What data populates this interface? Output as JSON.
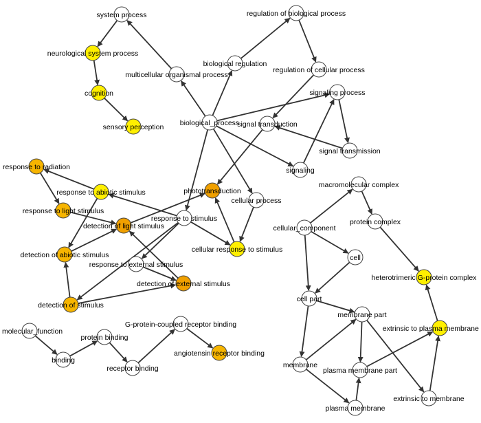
{
  "colors": {
    "none": "#ffffff",
    "medium": "#ffef00",
    "high": "#f7b500",
    "strong": "#f0a000",
    "edge": "#333333"
  },
  "nodes": [
    {
      "id": "system_process",
      "label": "system process",
      "color": "none"
    },
    {
      "id": "neurological_system_process",
      "label": "neurological system process",
      "color": "medium"
    },
    {
      "id": "cognition",
      "label": "cognition",
      "color": "medium"
    },
    {
      "id": "sensory_perception",
      "label": "sensory perception",
      "color": "medium"
    },
    {
      "id": "multicellular_organismal_process",
      "label": "multicellular organismal process",
      "color": "none"
    },
    {
      "id": "regulation_of_biological_process",
      "label": "regulation of biological process",
      "color": "none"
    },
    {
      "id": "biological_regulation",
      "label": "biological regulation",
      "color": "none"
    },
    {
      "id": "regulation_of_cellular_process",
      "label": "regulation of cellular process",
      "color": "none"
    },
    {
      "id": "signaling_process",
      "label": "signaling process",
      "color": "none"
    },
    {
      "id": "biological_process",
      "label": "biological_process",
      "color": "none"
    },
    {
      "id": "signal_transduction",
      "label": "signal transduction",
      "color": "none"
    },
    {
      "id": "signal_transmission",
      "label": "signal transmission",
      "color": "none"
    },
    {
      "id": "signaling",
      "label": "signaling",
      "color": "none"
    },
    {
      "id": "response_to_radiation",
      "label": "response to radiation",
      "color": "high"
    },
    {
      "id": "response_to_abiotic_stimulus",
      "label": "response to abiotic stimulus",
      "color": "medium"
    },
    {
      "id": "phototransduction",
      "label": "phototransduction",
      "color": "strong"
    },
    {
      "id": "response_to_light_stimulus",
      "label": "response to light stimulus",
      "color": "high"
    },
    {
      "id": "detection_of_light_stimulus",
      "label": "detection of light stimulus",
      "color": "strong"
    },
    {
      "id": "response_to_stimulus",
      "label": "response to stimulus",
      "color": "none"
    },
    {
      "id": "cellular_process",
      "label": "cellular process",
      "color": "none"
    },
    {
      "id": "cellular_response_to_stimulus",
      "label": "cellular response to stimulus",
      "color": "medium"
    },
    {
      "id": "detection_of_abiotic_stimulus",
      "label": "detection of abiotic stimulus",
      "color": "high"
    },
    {
      "id": "response_to_external_stimulus",
      "label": "response to external stimulus",
      "color": "none"
    },
    {
      "id": "detection_of_external_stimulus",
      "label": "detection of external stimulus",
      "color": "strong"
    },
    {
      "id": "detection_of_stimulus",
      "label": "detection of stimulus",
      "color": "high"
    },
    {
      "id": "macromolecular_complex",
      "label": "macromolecular complex",
      "color": "none"
    },
    {
      "id": "protein_complex",
      "label": "protein complex",
      "color": "none"
    },
    {
      "id": "cellular_component",
      "label": "cellular_component",
      "color": "none"
    },
    {
      "id": "cell",
      "label": "cell",
      "color": "none"
    },
    {
      "id": "heterotrimeric_g_protein_complex",
      "label": "heterotrimeric G-protein complex",
      "color": "medium"
    },
    {
      "id": "cell_part",
      "label": "cell part",
      "color": "none"
    },
    {
      "id": "membrane_part",
      "label": "membrane part",
      "color": "none"
    },
    {
      "id": "extrinsic_to_plasma_membrane",
      "label": "extrinsic to plasma membrane",
      "color": "medium"
    },
    {
      "id": "membrane",
      "label": "membrane",
      "color": "none"
    },
    {
      "id": "plasma_membrane_part",
      "label": "plasma membrane part",
      "color": "none"
    },
    {
      "id": "extrinsic_to_membrane",
      "label": "extrinsic to membrane",
      "color": "none"
    },
    {
      "id": "plasma_membrane",
      "label": "plasma membrane",
      "color": "none"
    },
    {
      "id": "molecular_function",
      "label": "molecular_function",
      "color": "none"
    },
    {
      "id": "binding",
      "label": "binding",
      "color": "none"
    },
    {
      "id": "protein_binding",
      "label": "protein binding",
      "color": "none"
    },
    {
      "id": "receptor_binding",
      "label": "receptor binding",
      "color": "none"
    },
    {
      "id": "g_protein_coupled_receptor_binding",
      "label": "G-protein-coupled receptor binding",
      "color": "none"
    },
    {
      "id": "angiotensin_receptor_binding",
      "label": "angiotensin receptor binding",
      "color": "high"
    }
  ],
  "edges": [
    [
      "system_process",
      "neurological_system_process"
    ],
    [
      "neurological_system_process",
      "cognition"
    ],
    [
      "cognition",
      "sensory_perception"
    ],
    [
      "multicellular_organismal_process",
      "system_process"
    ],
    [
      "biological_process",
      "multicellular_organismal_process"
    ],
    [
      "biological_process",
      "biological_regulation"
    ],
    [
      "biological_regulation",
      "regulation_of_biological_process"
    ],
    [
      "regulation_of_biological_process",
      "regulation_of_cellular_process"
    ],
    [
      "regulation_of_cellular_process",
      "signal_transduction"
    ],
    [
      "biological_process",
      "signaling_process"
    ],
    [
      "signaling_process",
      "signal_transmission"
    ],
    [
      "signal_transmission",
      "signal_transduction"
    ],
    [
      "signaling",
      "signaling_process"
    ],
    [
      "biological_process",
      "signaling"
    ],
    [
      "biological_process",
      "cellular_process"
    ],
    [
      "biological_process",
      "response_to_stimulus"
    ],
    [
      "signal_transduction",
      "phototransduction"
    ],
    [
      "cellular_process",
      "cellular_response_to_stimulus"
    ],
    [
      "response_to_stimulus",
      "cellular_response_to_stimulus"
    ],
    [
      "cellular_response_to_stimulus",
      "phototransduction"
    ],
    [
      "response_to_stimulus",
      "response_to_abiotic_stimulus"
    ],
    [
      "response_to_abiotic_stimulus",
      "response_to_radiation"
    ],
    [
      "response_to_radiation",
      "response_to_light_stimulus"
    ],
    [
      "response_to_light_stimulus",
      "detection_of_light_stimulus"
    ],
    [
      "detection_of_light_stimulus",
      "phototransduction"
    ],
    [
      "response_to_abiotic_stimulus",
      "detection_of_abiotic_stimulus"
    ],
    [
      "detection_of_abiotic_stimulus",
      "detection_of_light_stimulus"
    ],
    [
      "detection_of_stimulus",
      "detection_of_abiotic_stimulus"
    ],
    [
      "response_to_stimulus",
      "detection_of_stimulus"
    ],
    [
      "response_to_stimulus",
      "response_to_external_stimulus"
    ],
    [
      "response_to_external_stimulus",
      "detection_of_external_stimulus"
    ],
    [
      "detection_of_external_stimulus",
      "detection_of_light_stimulus"
    ],
    [
      "detection_of_stimulus",
      "detection_of_external_stimulus"
    ],
    [
      "cellular_component",
      "macromolecular_complex"
    ],
    [
      "macromolecular_complex",
      "protein_complex"
    ],
    [
      "protein_complex",
      "heterotrimeric_g_protein_complex"
    ],
    [
      "cellular_component",
      "cell"
    ],
    [
      "cellular_component",
      "cell_part"
    ],
    [
      "cell",
      "cell_part"
    ],
    [
      "cell_part",
      "membrane_part"
    ],
    [
      "cell_part",
      "membrane"
    ],
    [
      "membrane",
      "membrane_part"
    ],
    [
      "membrane_part",
      "plasma_membrane_part"
    ],
    [
      "membrane_part",
      "extrinsic_to_membrane"
    ],
    [
      "membrane",
      "plasma_membrane"
    ],
    [
      "plasma_membrane",
      "plasma_membrane_part"
    ],
    [
      "plasma_membrane_part",
      "extrinsic_to_plasma_membrane"
    ],
    [
      "extrinsic_to_membrane",
      "extrinsic_to_plasma_membrane"
    ],
    [
      "extrinsic_to_plasma_membrane",
      "heterotrimeric_g_protein_complex"
    ],
    [
      "molecular_function",
      "binding"
    ],
    [
      "binding",
      "protein_binding"
    ],
    [
      "protein_binding",
      "receptor_binding"
    ],
    [
      "receptor_binding",
      "g_protein_coupled_receptor_binding"
    ],
    [
      "g_protein_coupled_receptor_binding",
      "angiotensin_receptor_binding"
    ]
  ]
}
